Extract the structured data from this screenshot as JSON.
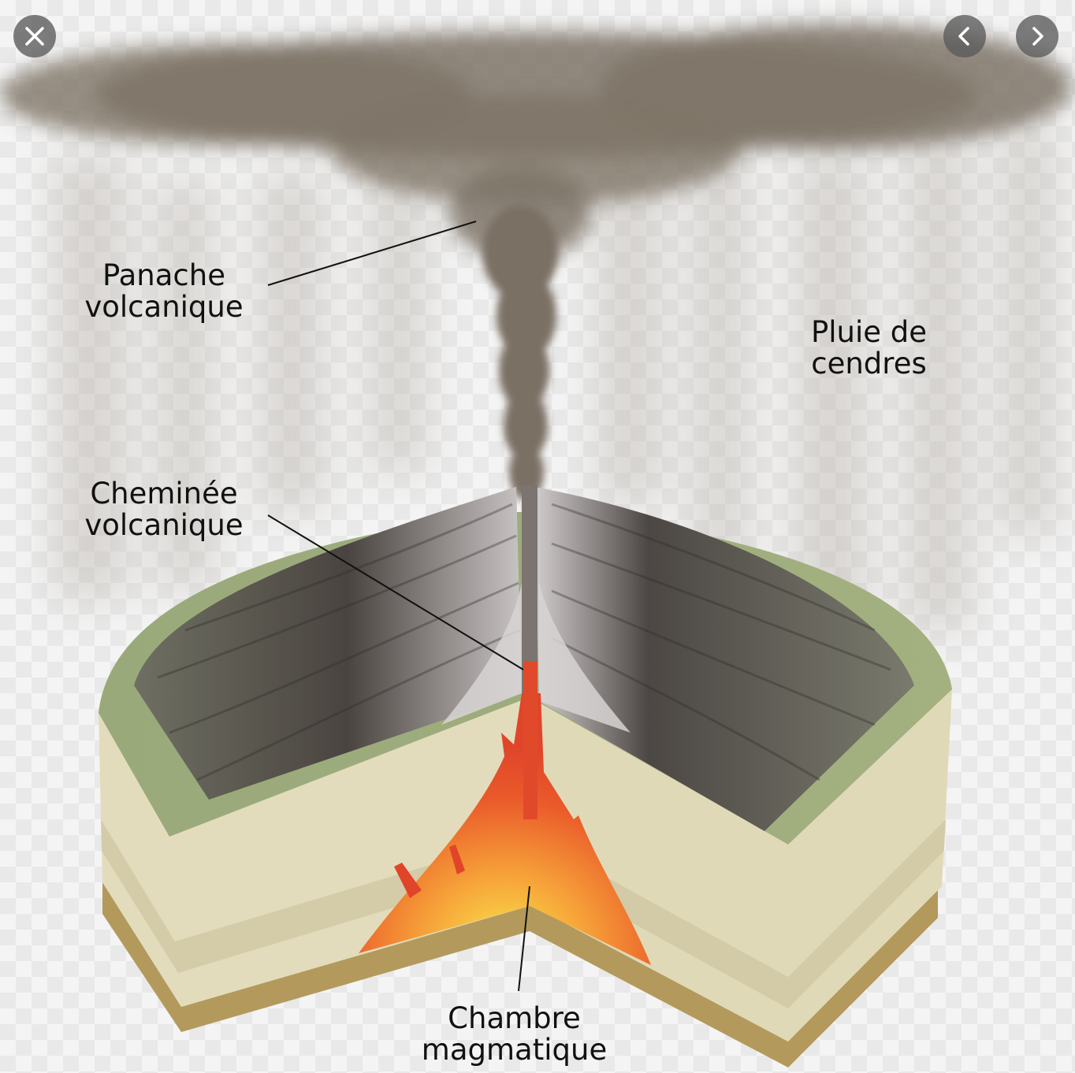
{
  "labels": {
    "plume": [
      "Panache",
      "volcanique"
    ],
    "ash": [
      "Pluie de",
      "cendres"
    ],
    "conduit": [
      "Cheminée",
      "volcanique"
    ],
    "chamber": [
      "Chambre",
      "magmatique"
    ]
  },
  "controls": {
    "close": "close-icon",
    "prev": "chevron-left-icon",
    "next": "chevron-right-icon"
  },
  "colors": {
    "ash": "#7e7467",
    "grass": "#9aa97a",
    "magma_hot": "#f7d94a",
    "magma": "#e8542a",
    "sediment": "#e3dcbc",
    "bedrock": "#b39a5c",
    "cone_dark": "#3f3a37"
  }
}
